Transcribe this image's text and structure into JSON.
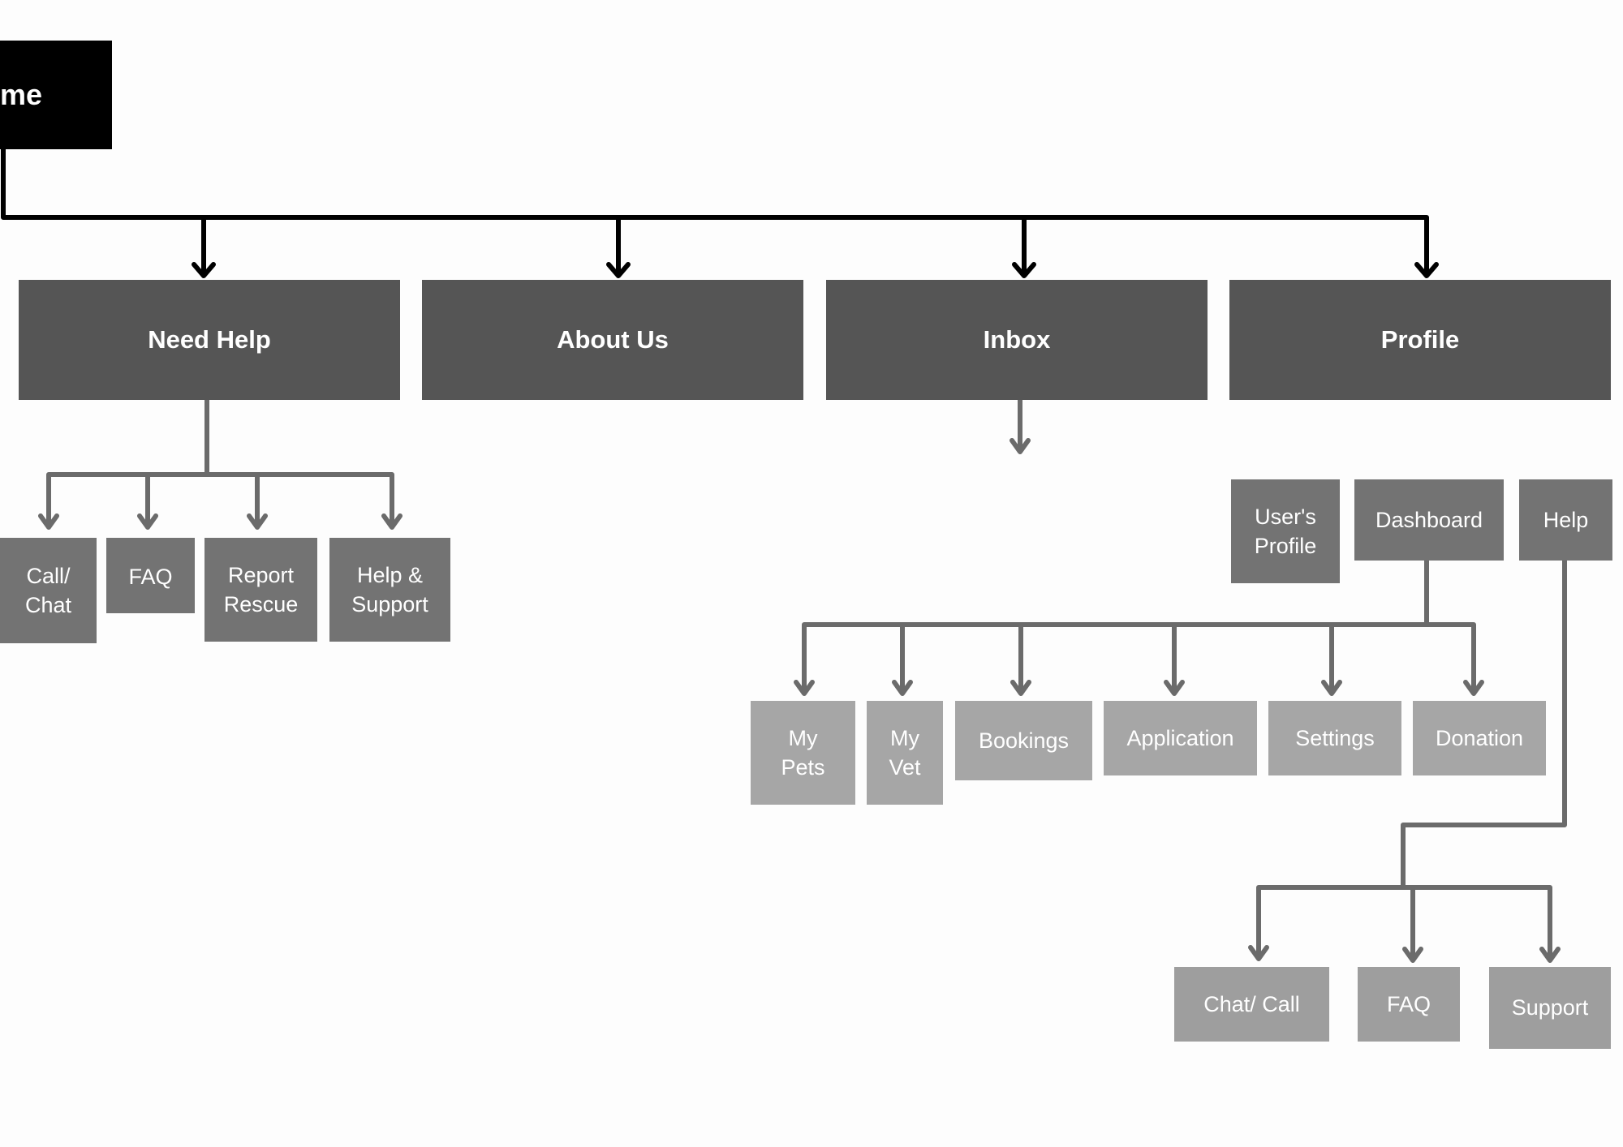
{
  "root": {
    "label": "me"
  },
  "sections": {
    "need_help": "Need Help",
    "about_us": "About Us",
    "inbox": "Inbox",
    "profile": "Profile"
  },
  "need_help_items": {
    "call_chat": "Call/\nChat",
    "faq": "FAQ",
    "report_rescue": "Report\nRescue",
    "help_support": "Help &\nSupport"
  },
  "profile_items": {
    "users_profile": "User's\nProfile",
    "dashboard": "Dashboard",
    "help": "Help"
  },
  "dashboard_items": {
    "my_pets": "My\nPets",
    "my_vet": "My\nVet",
    "bookings": "Bookings",
    "application": "Application",
    "settings": "Settings",
    "donation": "Donation"
  },
  "help_items": {
    "chat_call": "Chat/ Call",
    "faq": "FAQ",
    "support": "Support"
  },
  "colors": {
    "root": "#000000",
    "level1": "#555555",
    "level2": "#737373",
    "level3": "#a6a6a6",
    "black_connector": "#000000",
    "gray_connector": "#6b6b6b"
  }
}
